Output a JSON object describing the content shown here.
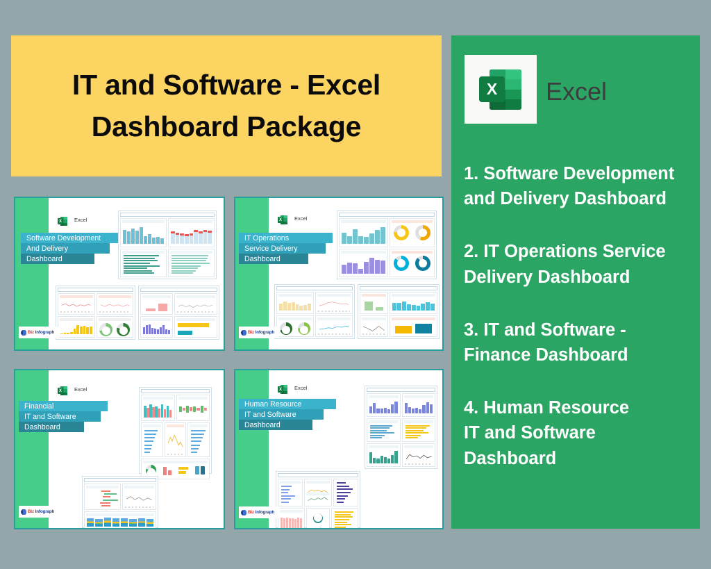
{
  "background_color": "#95a6ab",
  "banner": {
    "background_color": "#fcd462",
    "title_line1": "IT and Software - Excel",
    "title_line2": "Dashboard Package",
    "title_full": "IT and Software - Excel Dashboard Package"
  },
  "right_panel": {
    "background_color": "#2aa563",
    "excel_logo_label": "Excel",
    "excel_icon_letter": "X",
    "items": [
      {
        "index": "1",
        "text": "1. Software Development\nand Delivery Dashboard"
      },
      {
        "index": "2",
        "text": "2. IT Operations Service\nDelivery Dashboard"
      },
      {
        "index": "3",
        "text": "3. IT and Software -\nFinance Dashboard"
      },
      {
        "index": "4",
        "text": " 4. Human Resource\n IT and Software\nDashboard"
      }
    ]
  },
  "brand": {
    "name_part1": "Biz ",
    "name_part2": "Infograph",
    "full": "Biz Infograph",
    "color_primary": "#d9322a",
    "color_secondary": "#1d3f8a"
  },
  "thumbnails": [
    {
      "id": "software-development-and-delivery",
      "excel_label": "Excel",
      "excel_icon_letter": "X",
      "labels": [
        "Software Development",
        "And Delivery",
        "Dashboard"
      ],
      "sidebar_color": "#45cd89",
      "label_colors": [
        "#3cb3cc",
        "#309fb8",
        "#2a8596"
      ]
    },
    {
      "id": "it-operations-service-delivery",
      "excel_label": "Excel",
      "excel_icon_letter": "X",
      "labels": [
        "IT Operations",
        "Service Delivery",
        " Dashboard"
      ],
      "sidebar_color": "#45cd89",
      "label_colors": [
        "#3cb3cc",
        "#309fb8",
        "#2a8596"
      ]
    },
    {
      "id": "financial-it-and-software",
      "excel_label": "Excel",
      "excel_icon_letter": "X",
      "labels": [
        "Financial",
        "IT and Software",
        "Dashboard"
      ],
      "sidebar_color": "#45cd89",
      "label_colors": [
        "#3cb3cc",
        "#309fb8",
        "#2a8596"
      ]
    },
    {
      "id": "human-resource-it-and-software",
      "excel_label": "Excel",
      "excel_icon_letter": "X",
      "labels": [
        "Human Resource",
        "IT and Software",
        "Dashboard"
      ],
      "sidebar_color": "#45cd89",
      "label_colors": [
        "#3cb3cc",
        "#309fb8",
        "#2a8596"
      ]
    }
  ]
}
